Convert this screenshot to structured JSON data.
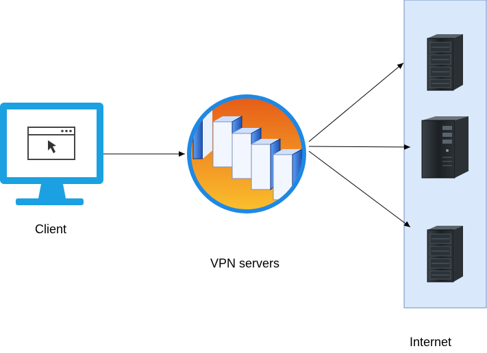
{
  "nodes": {
    "client": {
      "label": "Client",
      "icon": "monitor-icon"
    },
    "vpn": {
      "label": "VPN servers",
      "icon": "server-cluster-icon"
    },
    "internet": {
      "label": "Internet",
      "icon": "server-rack-icon",
      "panel_color": "#dae8fc",
      "panel_border": "#6c8ebf"
    }
  },
  "colors": {
    "monitor": "#1ba1e2",
    "vpn_ring": "#1e88e5",
    "vpn_gradient_top": "#e65c18",
    "vpn_gradient_bottom": "#fbc02d",
    "server_blue": "#2f6ecf",
    "rack_dark": "#1f2326",
    "edge": "#000000"
  }
}
